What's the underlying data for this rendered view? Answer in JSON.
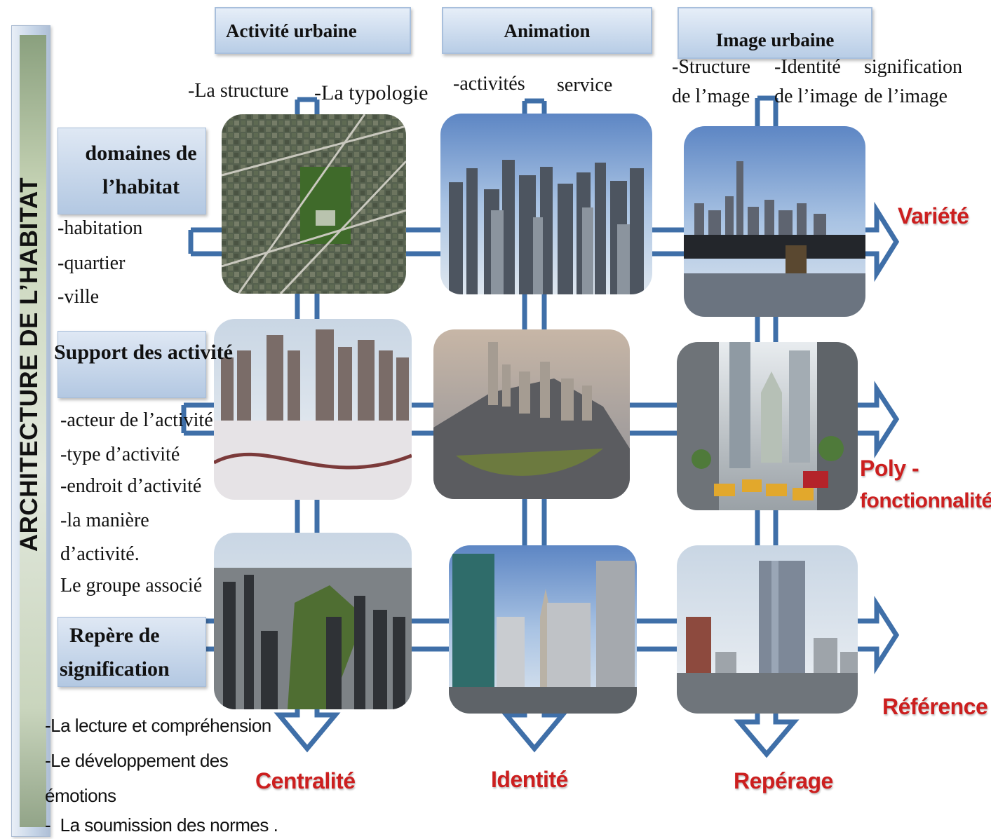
{
  "side_title": "ARCHITECTURE DE L’HABITAT",
  "columns": {
    "col1": {
      "header": "Activité urbaine",
      "sub": [
        "-La structure",
        "-La typologie"
      ]
    },
    "col2": {
      "header": "Animation",
      "sub": [
        "-activités",
        "service"
      ]
    },
    "col3": {
      "header": "Image urbaine",
      "sub": [
        "-Structure",
        "de l’mage",
        "-Identité",
        "de l’image",
        "signification",
        "de l’image"
      ]
    }
  },
  "rows": {
    "row1": {
      "label": [
        "domaines de",
        "l’habitat"
      ],
      "items": [
        "-habitation",
        "-quartier",
        "-ville"
      ]
    },
    "row2": {
      "label": "Support des activité",
      "items": [
        "-acteur de l’activité",
        "-type d’activité",
        "-endroit d’activité",
        "-la manière",
        "d’activité.",
        "Le groupe associé"
      ]
    },
    "row3": {
      "label": [
        "Repère de",
        "signification"
      ],
      "items": [
        "-La lecture et compréhension",
        "-Le développement des",
        "émotions",
        "-  La soumission des normes ."
      ]
    }
  },
  "outputs": {
    "right": [
      "Variété",
      "Poly -",
      "fonctionnalité",
      "Référence"
    ],
    "bottom": [
      "Centralité",
      "Identité",
      "Repérage"
    ]
  },
  "colors": {
    "output_text": "#cc1f1f",
    "connector": "#3f6fa8",
    "box_fill": "#c4d5ea"
  }
}
